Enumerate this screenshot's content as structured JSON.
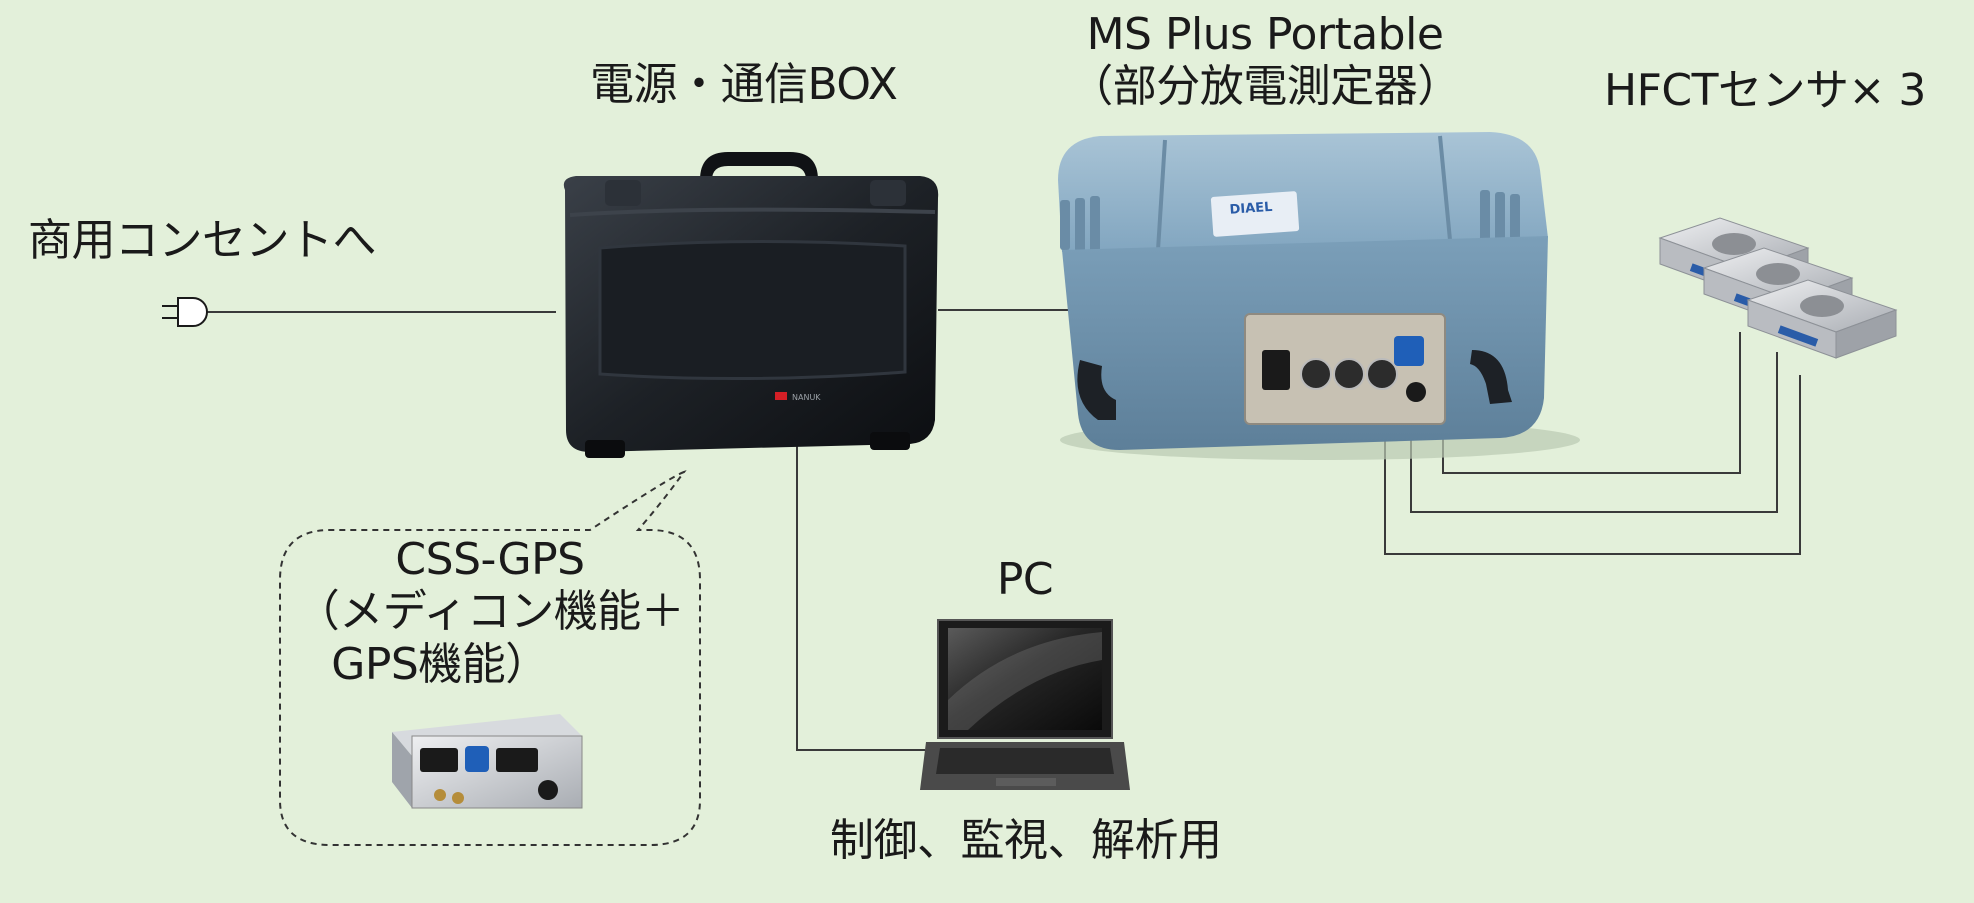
{
  "labels": {
    "power_comm_box": "電源・通信BOX",
    "ms_plus_line1": "MS Plus Portable",
    "ms_plus_line2": "（部分放電測定器）",
    "hfct": "HFCTセンサ× 3",
    "outlet": "商用コンセントへ",
    "css_gps_line1": "CSS-GPS",
    "css_gps_line2": "（メディコン機能＋",
    "css_gps_line3": "GPS機能）",
    "pc": "PC",
    "pc_usage": "制御、監視、解析用",
    "ms_plus_badge": "DIAEL",
    "nanuk_brand": "NANUK"
  },
  "colors": {
    "background": "#e3f0da",
    "case_black": "#1d2126",
    "case_blue": "#7fa3bd",
    "cable": "#3a3a3a",
    "sensor_metal": "#c9ccd0",
    "sensor_label": "#2a5ca8"
  },
  "icons": [
    "plug-icon",
    "laptop-icon",
    "hard-case-icon",
    "sensor-icon"
  ]
}
